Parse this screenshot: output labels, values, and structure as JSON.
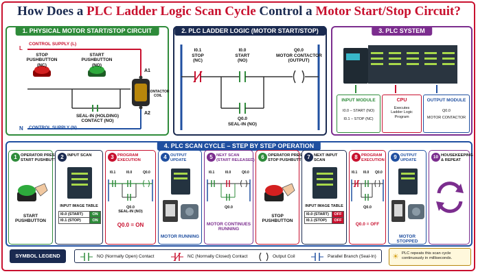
{
  "title": {
    "part1": "How Does a ",
    "part2": "PLC Ladder Logic Scan Cycle",
    "part3": " Control a ",
    "part4": "Motor Start/Stop Circuit?"
  },
  "panel1": {
    "header": "1. PHYSICAL MOTOR START/STOP CIRCUIT",
    "l_label": "L",
    "l_text": "CONTROL SUPPLY (L)",
    "n_label": "N",
    "n_text": "CONTROL SUPPLY (N)",
    "stop_label": "STOP\nPUSHBUTTON\n(NC)",
    "start_label": "START\nPUSHBUTTON\n(NO)",
    "sealin_label": "SEAL-IN (HOLDING)\nCONTACT (NO)",
    "a1": "A1",
    "a2": "A2",
    "coil_label": "CONTACTOR\nCOIL"
  },
  "panel2": {
    "header": "2. PLC LADDER LOGIC (MOTOR START/STOP)",
    "stop_addr": "I0.1",
    "stop_name": "STOP\n(NC)",
    "start_addr": "I0.0",
    "start_name": "START\n(NO)",
    "out_addr": "Q0.0",
    "out_name": "MOTOR CONTACTOR\n(OUTPUT)",
    "seal_addr": "Q0.0",
    "seal_name": "SEAL-IN (NO)"
  },
  "panel3": {
    "header": "3. PLC SYSTEM",
    "input_title": "INPUT MODULE",
    "input_l1": "I0.0 – START (NO)",
    "input_l2": "I0.1 – STOP (NC)",
    "cpu_title": "CPU",
    "cpu_text": "Executes\nLadder Logic\nProgram",
    "output_title": "OUTPUT MODULE",
    "output_l1": "Q0.0",
    "output_l2": "MOTOR CONTACTOR"
  },
  "section4_header": "4. PLC SCAN CYCLE – STEP BY STEP OPERATION",
  "steps": [
    {
      "n": "1",
      "title": "OPERATOR PRESSES\nSTART PUSHBUTTON",
      "caption": "START\nPUSHBUTTON"
    },
    {
      "n": "2",
      "title": "INPUT SCAN",
      "table_title": "INPUT IMAGE TABLE",
      "row1_addr": "I0.0 (START)",
      "row1_val": "ON",
      "row2_addr": "I0.1 (STOP)",
      "row2_val": "ON"
    },
    {
      "n": "3",
      "title": "PROGRAM\nEXECUTION",
      "a1": "I0.1",
      "a2": "I0.0",
      "a3": "Q0.0",
      "seal": "Q0.0\nSEAL-IN (NO)",
      "result": "Q0.0 = ON"
    },
    {
      "n": "4",
      "title": "OUTPUT\nUPDATE",
      "caption": "MOTOR RUNNING"
    },
    {
      "n": "5",
      "title": "NEXT SCAN\n(START RELEASED)",
      "a1": "I0.1",
      "a2": "I0.0",
      "a3": "Q0.0",
      "seal": "Q0.0",
      "caption": "MOTOR CONTINUES\nRUNNING"
    },
    {
      "n": "6",
      "title": "OPERATOR PRESSES\nSTOP PUSHBUTTON",
      "caption": "STOP\nPUSHBUTTON"
    },
    {
      "n": "7",
      "title": "NEXT INPUT SCAN",
      "table_title": "INPUT IMAGE TABLE",
      "row1_addr": "I0.0 (START)",
      "row1_val": "OFF",
      "row2_addr": "I0.1 (STOP)",
      "row2_val": "OFF"
    },
    {
      "n": "8",
      "title": "PROGRAM\nEXECUTION",
      "a1": "I0.1",
      "a2": "I0.0",
      "a3": "Q0.0",
      "seal": "Q0.0",
      "result": "Q0.0 = OFF"
    },
    {
      "n": "9",
      "title": "OUTPUT\nUPDATE",
      "caption": "MOTOR STOPPED"
    },
    {
      "n": "10",
      "title": "HOUSEKEEPING\n& REPEAT"
    }
  ],
  "legend": {
    "title": "SYMBOL LEGEND",
    "no": "NO (Normally Open) Contact",
    "nc": "NC (Normally Closed) Contact",
    "coil": "Output Coil",
    "parallel": "Parallel Branch (Seal-In)",
    "note": "PLC repeats this scan cycle\ncontinuously in milliseconds."
  },
  "colors": {
    "green": "#2e8b3a",
    "navy": "#1a2a50",
    "purple": "#7b2d8e",
    "red": "#c8102e",
    "blue": "#1f4fa0",
    "teal": "#1d7b8a"
  }
}
